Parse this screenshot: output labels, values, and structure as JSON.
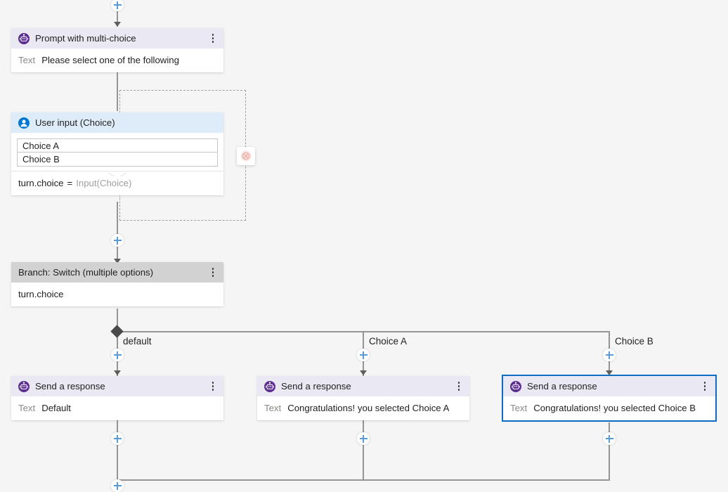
{
  "canvas": {
    "background_color": "#f5f5f5",
    "connector_color": "#979593",
    "accent_color": "#0d6cc4",
    "plus_icon_color": "#5a9bd5"
  },
  "nodes": [
    {
      "id": "prompt-multi-choice",
      "icon": "bot-response-icon",
      "header_style": "purple",
      "title": "Prompt with multi-choice",
      "body_label": "Text",
      "body_value": "Please select one of the following",
      "selected": false
    },
    {
      "id": "user-input-choice",
      "icon": "user-input-icon",
      "header_style": "blue",
      "title": "User input (Choice)",
      "choices": [
        "Choice A",
        "Choice B"
      ],
      "output_property": "turn.choice",
      "output_equals": "=",
      "output_value": "Input(Choice)",
      "selected": false
    },
    {
      "id": "branch-switch",
      "icon": "none",
      "header_style": "gray",
      "title": "Branch: Switch (multiple options)",
      "body_value": "turn.choice",
      "selected": false
    },
    {
      "id": "send-response-default",
      "icon": "bot-response-icon",
      "header_style": "purple",
      "title": "Send a response",
      "body_label": "Text",
      "body_value": "Default",
      "selected": false
    },
    {
      "id": "send-response-choice-a",
      "icon": "bot-response-icon",
      "header_style": "purple",
      "title": "Send a response",
      "body_label": "Text",
      "body_value": "Congratulations! you selected Choice A",
      "selected": false
    },
    {
      "id": "send-response-choice-b",
      "icon": "bot-response-icon",
      "header_style": "purple",
      "title": "Send a response",
      "body_label": "Text",
      "body_value": "Congratulations! you selected Choice B",
      "selected": true
    }
  ],
  "branch_labels": [
    {
      "id": "default",
      "text": "default"
    },
    {
      "id": "choice-a",
      "text": "Choice A"
    },
    {
      "id": "choice-b",
      "text": "Choice B"
    }
  ],
  "interrupt": {
    "icon": "interruption-blocked-icon",
    "color": "#f5c7c0"
  },
  "kebab_menu": {
    "icon": "more-options-icon"
  },
  "add_button": {
    "icon": "plus-icon"
  }
}
